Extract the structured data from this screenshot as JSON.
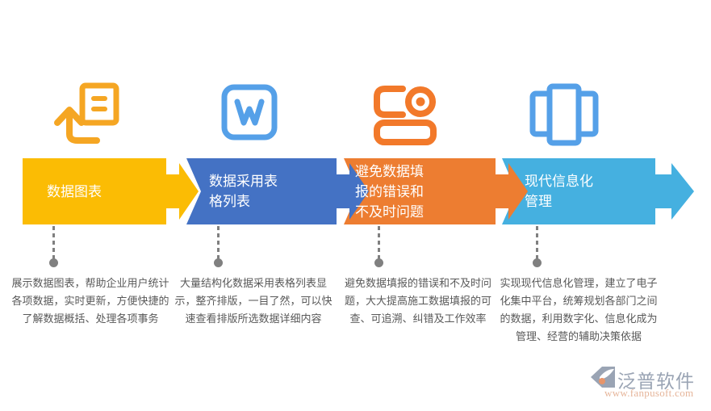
{
  "palette": {
    "step1": "#FBBC04",
    "step2": "#4472C4",
    "step3": "#ED7D31",
    "step4": "#45B0E0",
    "connector": "#808080",
    "description_text": "#595959",
    "banner_text": "#FFFFFF",
    "background": "#FFFFFF"
  },
  "steps": [
    {
      "icon_name": "upload-document-icon",
      "label": "数据图表",
      "description": "展示数据图表，帮助企业用户统计各项数据，实时更新，方便快捷的了解数据概括、处理各项事务",
      "color": "#FBBC04"
    },
    {
      "icon_name": "word-document-icon",
      "label": "数据采用表\n格列表",
      "description": "大量结构化数据采用表格列表显示，整齐排版，一目了然，可以快速查看排版所选数据详细内容",
      "color": "#4472C4"
    },
    {
      "icon_name": "data-record-icon",
      "label": "避免数据填\n报的错误和\n不及时问题",
      "description": "避免数据填报的错误和不及时问题，大大提高施工数据填报的可查、可追溯、纠错及工作效率",
      "color": "#ED7D31"
    },
    {
      "icon_name": "carousel-panels-icon",
      "label": "现代信息化\n管理",
      "description": "实现现代信息化管理，建立了电子化集中平台，统筹规划各部门之间的数据，利用数字化、信息化成为管理、经营的辅助决策依据",
      "color": "#45B0E0"
    }
  ],
  "watermark": {
    "brand": "泛普软件",
    "url": "www.fanpusoft.com",
    "logo_name": "fanpu-logo-icon"
  }
}
